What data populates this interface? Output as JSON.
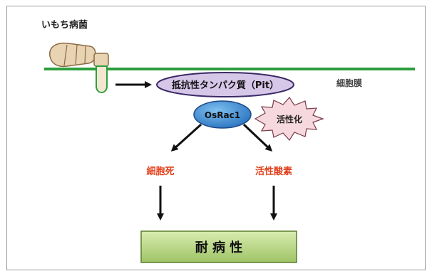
{
  "labels": {
    "pathogen": "いもち病菌",
    "membrane": "細胞膜",
    "pit": "抵抗性タンパク質（Pit）",
    "osrac1": "OsRac1",
    "activation": "活性化",
    "cell_death": "細胞死",
    "ros": "活性酸素",
    "resistance": "耐 病 性"
  },
  "colors": {
    "membrane": "#2e9e3e",
    "pit_fill": "#d6c6e8",
    "pit_stroke": "#3b2a66",
    "osrac1_fill": "#3f8fd6",
    "osrac1_stroke": "#1e4a85",
    "burst_fill": "#f6d9de",
    "outcome_text": "#e2401c",
    "box_fill": "#b9d788",
    "box_stroke": "#5a7d2a",
    "fungus_fill": "#e8d3b3",
    "fungus_stroke": "#8a6a44"
  }
}
